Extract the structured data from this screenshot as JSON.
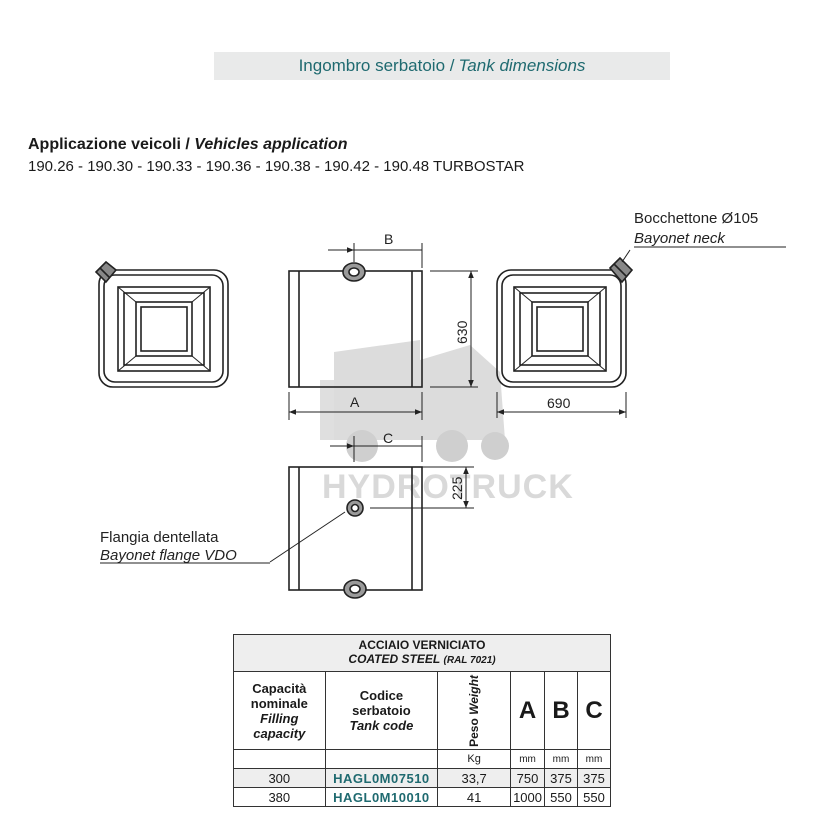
{
  "title": {
    "it": "Ingombro serbatoio /",
    "en": "Tank dimensions"
  },
  "application": {
    "heading_it": "Applicazione veicoli /",
    "heading_en": "Vehicles application",
    "models": "190.26 - 190.30 - 190.33 - 190.36 - 190.38 - 190.42 - 190.48 TURBOSTAR"
  },
  "drawing": {
    "neck_label_it": "Bocchettone Ø105",
    "neck_label_en": "Bayonet neck",
    "flange_label_it": "Flangia dentellata",
    "flange_label_en": "Bayonet flange VDO",
    "dim_a": "A",
    "dim_b": "B",
    "dim_c": "C",
    "dim_height": "630",
    "dim_width": "690",
    "dim_depth": "225",
    "watermark": "HYDROTRUCK"
  },
  "table": {
    "header_it": "ACCIAIO VERNICIATO",
    "header_en": "COATED STEEL",
    "header_ral": "(RAL 7021)",
    "col_capacity_it_1": "Capacità",
    "col_capacity_it_2": "nominale",
    "col_capacity_en_1": "Filling",
    "col_capacity_en_2": "capacity",
    "col_code_it_1": "Codice",
    "col_code_it_2": "serbatoio",
    "col_code_en": "Tank code",
    "col_weight_it": "Peso",
    "col_weight_en": "Weight",
    "col_a": "A",
    "col_b": "B",
    "col_c": "C",
    "unit_weight": "Kg",
    "unit_a": "mm",
    "unit_b": "mm",
    "unit_c": "mm",
    "rows": [
      {
        "capacity": "300",
        "code": "HAGL0M07510",
        "weight": "33,7",
        "a": "750",
        "b": "375",
        "c": "375"
      },
      {
        "capacity": "380",
        "code": "HAGL0M10010",
        "weight": "41",
        "a": "1000",
        "b": "550",
        "c": "550"
      }
    ]
  },
  "colors": {
    "accent": "#1f6a70",
    "title_bg": "#e9eaea",
    "line": "#222222"
  },
  "icons": [
    "bayonet-neck-icon",
    "bayonet-flange-icon",
    "truck-watermark-icon"
  ]
}
